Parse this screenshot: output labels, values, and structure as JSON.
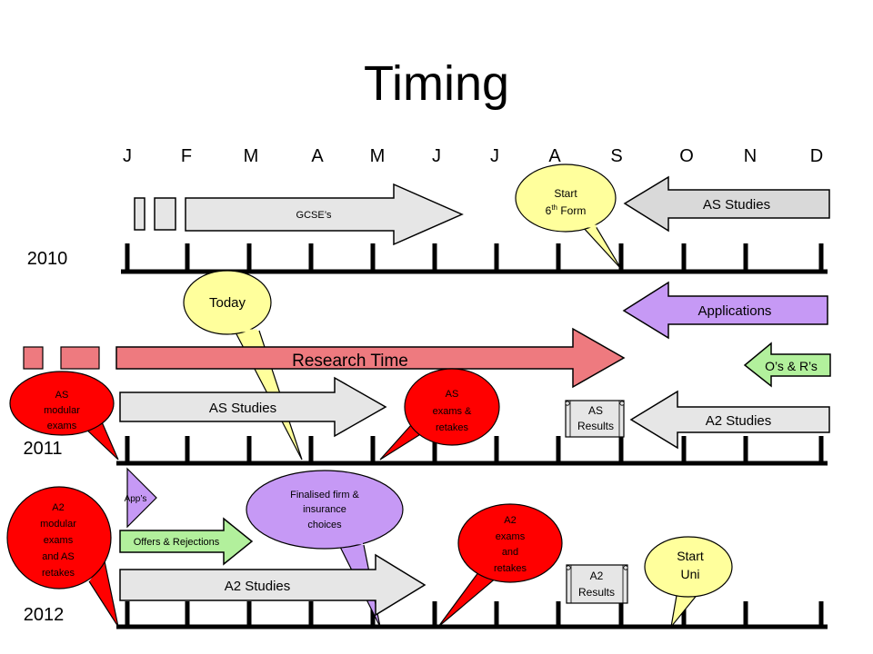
{
  "title": "Timing",
  "months": [
    "J",
    "F",
    "M",
    "A",
    "M",
    "J",
    "J",
    "A",
    "S",
    "O",
    "N",
    "D"
  ],
  "years": [
    "2010",
    "2011",
    "2012"
  ],
  "colors": {
    "grey_fill": "#e6e6e6",
    "pink_fill": "#ee7a7f",
    "purple_fill": "#c699f5",
    "green_fill": "#b2f09c",
    "yellow_fill": "#ffff9c",
    "red_fill": "#ff0000"
  },
  "row_2010": {
    "gcse": "GCSE’s",
    "as_studies": "AS Studies",
    "start_6th_form": {
      "line1": "Start",
      "line2_base": "6",
      "line2_sup": "th",
      "line2_rest": " Form"
    }
  },
  "row_2011": {
    "today": "Today",
    "applications": "Applications",
    "research_time": "Research Time",
    "os_rs": "O’s & R’s",
    "as_modular_exams": [
      "AS",
      "modular",
      "exams"
    ],
    "as_studies": "AS Studies",
    "as_exams_retakes": [
      "AS",
      "exams &",
      "retakes"
    ],
    "as_results": [
      "AS",
      "Results"
    ],
    "a2_studies": "A2 Studies"
  },
  "row_2012": {
    "apps": "App’s",
    "a2_modular": [
      "A2",
      "modular",
      "exams",
      "and AS",
      "retakes"
    ],
    "finalised": [
      "Finalised firm &",
      "insurance",
      "choices"
    ],
    "offers_rejections": "Offers & Rejections",
    "a2_exams_retakes": [
      "A2",
      "exams",
      "and",
      "retakes"
    ],
    "start_uni": [
      "Start",
      "Uni"
    ],
    "a2_results": [
      "A2",
      "Results"
    ],
    "a2_studies": "A2 Studies"
  }
}
